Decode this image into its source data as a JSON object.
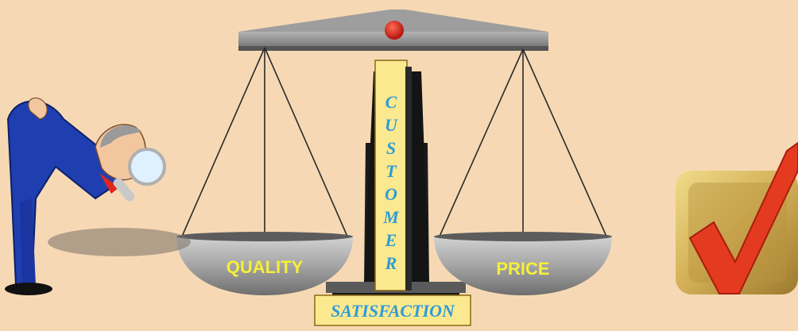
{
  "scale": {
    "left_pan_label": "QUALITY",
    "right_pan_label": "PRICE"
  },
  "pillar": {
    "vertical_letters": [
      "C",
      "U",
      "S",
      "T",
      "O",
      "M",
      "E",
      "R"
    ],
    "base_label": "SATISFACTION"
  },
  "colors": {
    "background": "#f6d9b4",
    "beam": "#8a8a8a",
    "pan": "#a7a7a7",
    "pillar_face": "#fbe98f",
    "letter_blue": "#2f9bd6",
    "label_yellow": "#f6ef3b",
    "knob_red": "#e0251b",
    "check_red": "#e43a1f",
    "check_box": "#d8b65a",
    "suit_blue": "#1f3fb0"
  },
  "icons": {
    "inspector": "businessman-with-magnifying-glass",
    "check": "check-mark-icon"
  }
}
